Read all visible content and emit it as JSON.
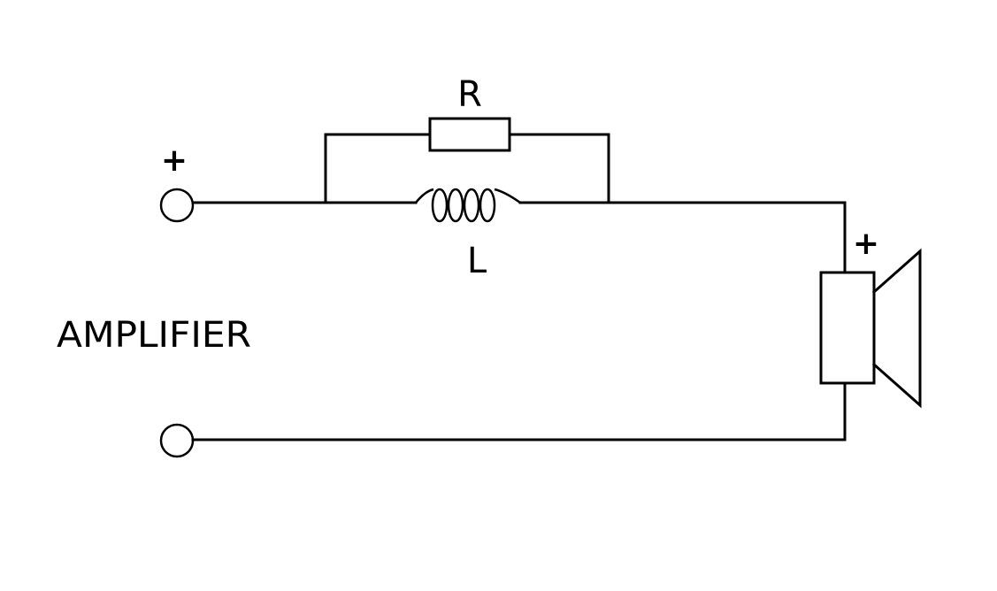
{
  "labels": {
    "resistor": "R",
    "inductor": "L",
    "amplifier": "AMPLIFIER",
    "amp_plus": "+",
    "speaker_plus": "+"
  },
  "colors": {
    "background": "#ffffff",
    "line": "#000000"
  },
  "icons": {
    "terminal_top": "terminal-icon",
    "terminal_bottom": "terminal-icon",
    "resistor": "resistor-icon",
    "inductor": "inductor-icon",
    "speaker": "speaker-icon"
  }
}
